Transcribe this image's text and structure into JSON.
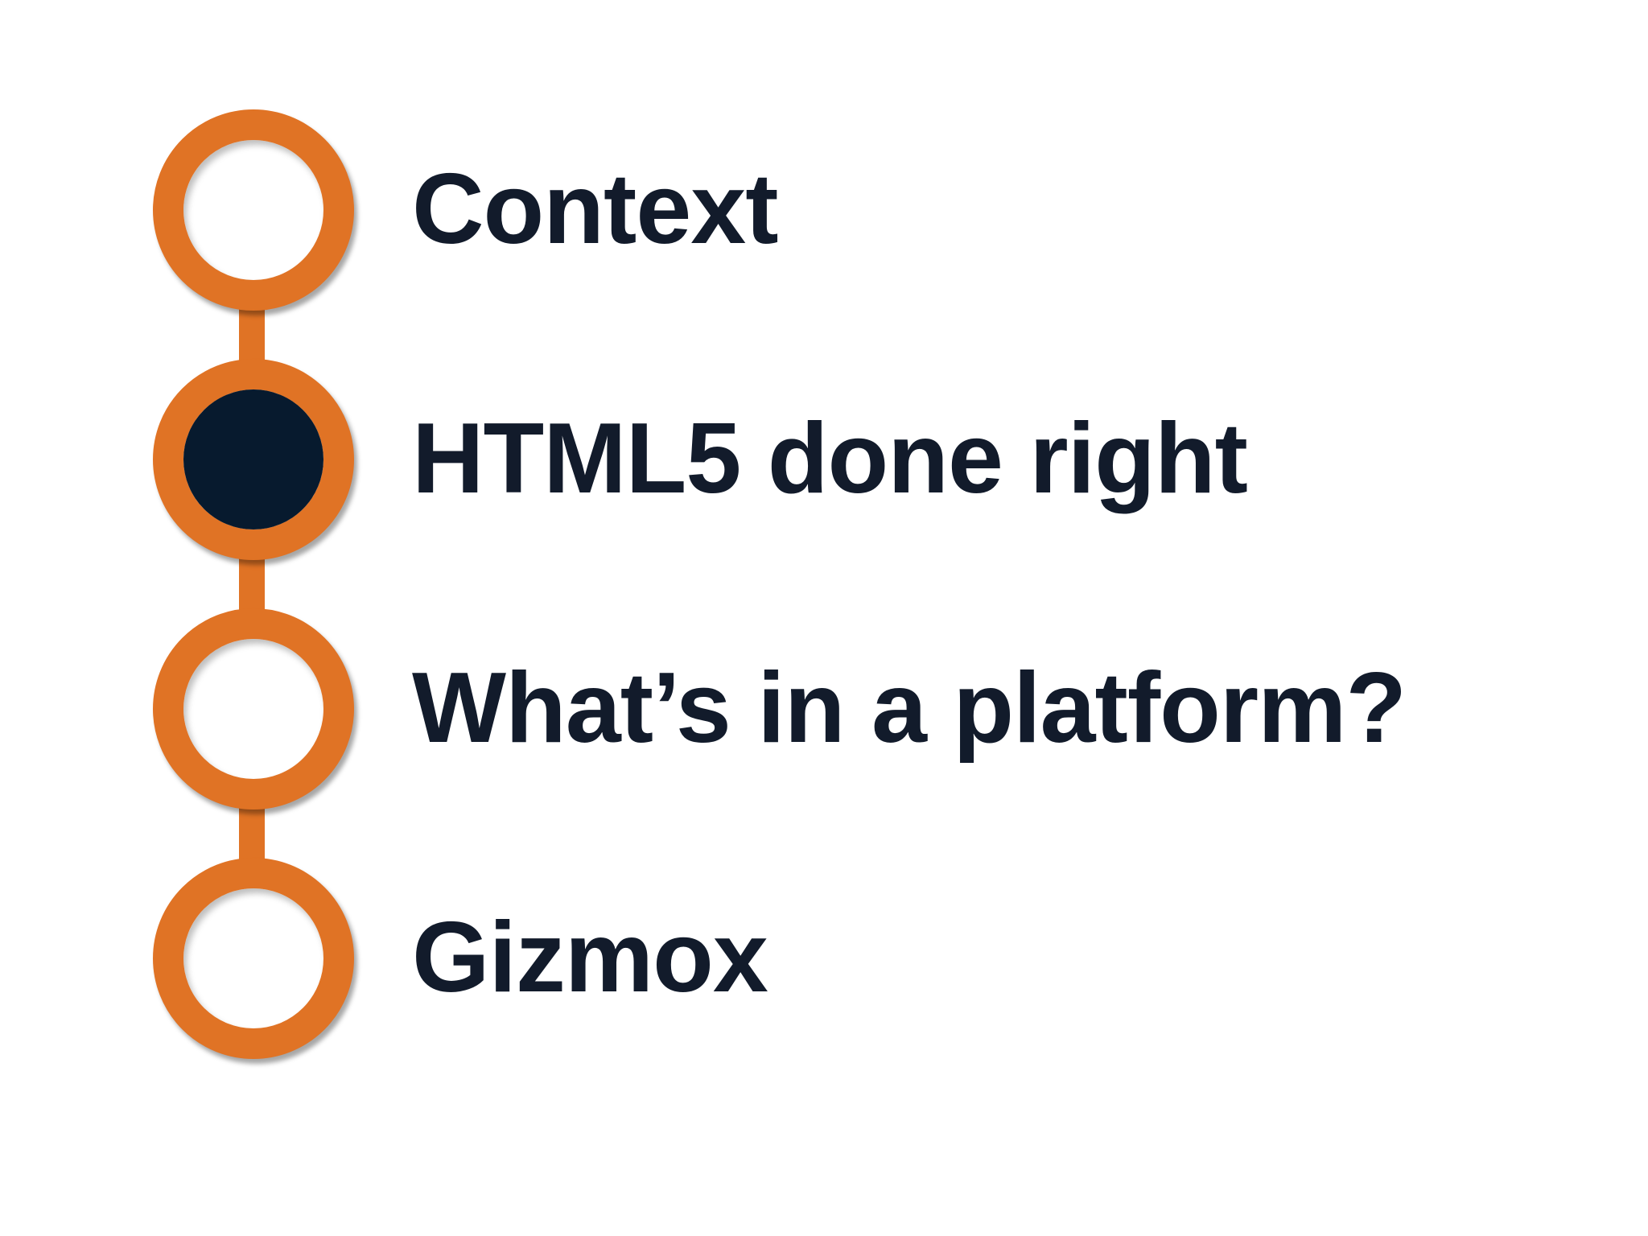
{
  "agenda": {
    "colors": {
      "accent": "#E07325",
      "active_fill": "#071A2E",
      "inactive_fill": "#FFFFFF",
      "text": "#121B2B"
    },
    "items": [
      {
        "label": "Context",
        "active": false
      },
      {
        "label": "HTML5 done right",
        "active": true
      },
      {
        "label": "What’s in a platform?",
        "active": false
      },
      {
        "label": "Gizmox",
        "active": false
      }
    ]
  }
}
